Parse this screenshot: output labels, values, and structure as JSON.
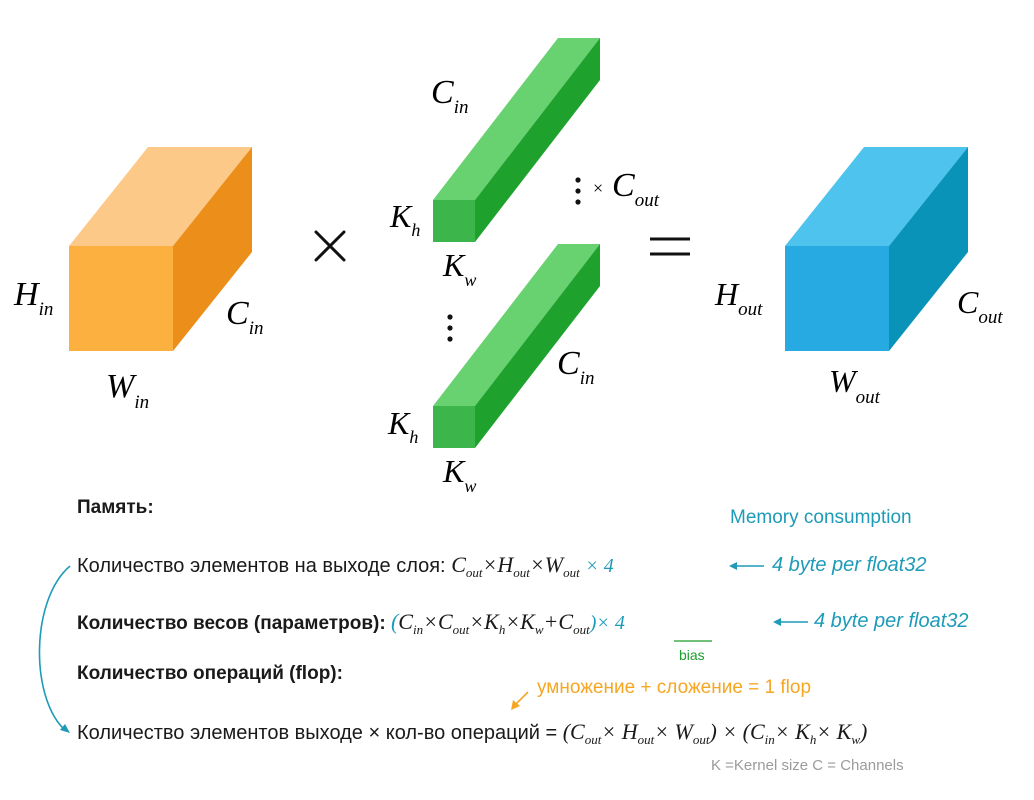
{
  "labels": {
    "input_h": "H",
    "input_h_sub": "in",
    "input_c": "C",
    "input_c_sub": "in",
    "input_w": "W",
    "input_w_sub": "in",
    "times_symbol": "×",
    "kernel1_c": "C",
    "kernel1_c_sub": "in",
    "kernel1_kh": "K",
    "kernel1_kh_sub": "h",
    "kernel1_kw": "K",
    "kernel1_kw_sub": "w",
    "kernel_repeat_times": "×",
    "kernel_repeat_c": "C",
    "kernel_repeat_c_sub": "out",
    "kernel2_c": "C",
    "kernel2_c_sub": "in",
    "kernel2_kh": "K",
    "kernel2_kh_sub": "h",
    "kernel2_kw": "K",
    "kernel2_kw_sub": "w",
    "equals_symbol": "=",
    "output_h": "H",
    "output_h_sub": "out",
    "output_c": "C",
    "output_c_sub": "out",
    "output_w": "W",
    "output_w_sub": "out"
  },
  "colors": {
    "input_front": "#fbb040",
    "input_top": "#fdc988",
    "input_side": "#eb8f1a",
    "kernel_front": "#3cb54a",
    "kernel_top": "#67d26f",
    "kernel_side": "#1fa12e",
    "output_front": "#27a9e1",
    "output_top": "#4dc3ee",
    "output_side": "#0993b8",
    "accent_teal": "#1e9bb8",
    "accent_orange": "#f5a623",
    "accent_green": "#1e9e2e"
  },
  "text": {
    "memory_header": "Память:",
    "memory_consumption": "Memory consumption",
    "line1_label": "Количество элементов на выходе слоя:",
    "line1_formula_terms": [
      "C",
      "out",
      "×",
      "H",
      "out",
      "×",
      "W",
      "out"
    ],
    "line1_times4": "× 4",
    "line1_note": "4 byte per float32",
    "line2_label": "Количество весов (параметров):",
    "line2_paren_open": "(",
    "line2_formula_terms": [
      "C",
      "in",
      "×",
      "C",
      "out",
      "×",
      "K",
      "h",
      "×",
      "K",
      "w",
      "+",
      "C",
      "out"
    ],
    "line2_paren_close_times4": ")× 4",
    "line2_note": "4 byte per float32",
    "bias_label": "bias",
    "flop_header": "Количество операций (flop):",
    "flop_note": "умножение + сложение = 1 flop",
    "line4_label": "Количество элементов выходе × кол-во операций =",
    "line4_formula": [
      "(C",
      "out",
      "× H",
      "out",
      "× W",
      "out",
      ") × (C",
      "in",
      "× K",
      "h",
      "× K",
      "w",
      ")"
    ],
    "footnote": "K =Kernel size C = Channels"
  }
}
